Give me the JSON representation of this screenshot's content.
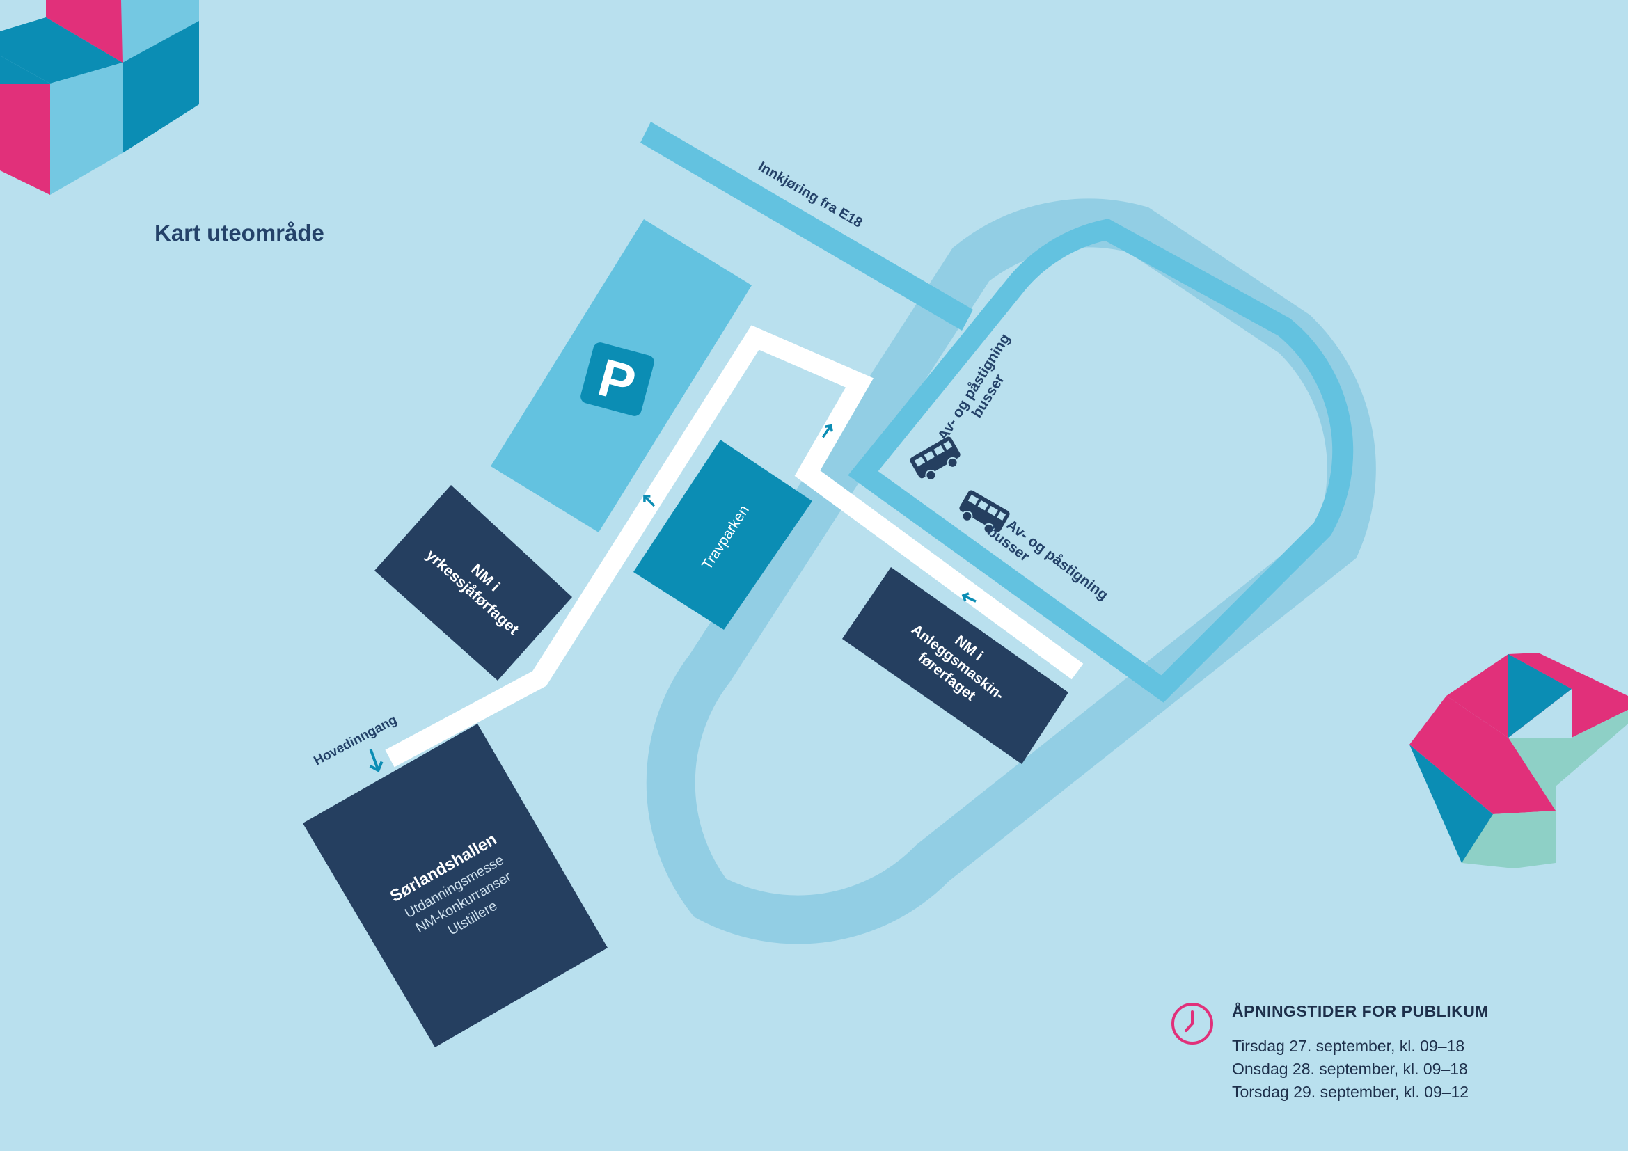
{
  "page_title": "Kart uteområde",
  "labels": {
    "entry_road": "Innkjøring fra E18",
    "parking_sign": "P",
    "bus_stop_1_line1": "Av- og påstigning",
    "bus_stop_1_line2": "busser",
    "bus_stop_2_line1": "Av- og påstigning",
    "bus_stop_2_line2": "busser",
    "travparken": "Travparken",
    "nm_yrkessjafor_line1": "NM i",
    "nm_yrkessjafor_line2": "yrkessjåførfaget",
    "nm_anlegg_line1": "NM i",
    "nm_anlegg_line2": "Anleggsmaskin-",
    "nm_anlegg_line3": "førerfaget",
    "main_entrance": "Hovedinngang",
    "sorlandshallen_title": "Sørlandshallen",
    "sorlandshallen_line1": "Utdanningsmesse",
    "sorlandshallen_line2": "NM-konkurranser",
    "sorlandshallen_line3": "Utstillere"
  },
  "opening_hours": {
    "title": "ÅPNINGSTIDER FOR PUBLIKUM",
    "days": [
      "Tirsdag 27. september, kl. 09–18",
      "Onsdag 28. september, kl. 09–18",
      "Torsdag 29. september, kl. 09–12"
    ]
  },
  "colors": {
    "background": "#b9e0ee",
    "track": "#92cee4",
    "road": "#63c2e0",
    "parking": "#63c2e0",
    "building_dark": "#253f60",
    "building_teal": "#0b8db4",
    "path": "#ffffff",
    "accent_pink": "#e1307a",
    "cube_teal": "#0b8db4",
    "cube_light": "#74c8e2",
    "cube_mint": "#8ed0c6"
  },
  "icons": [
    "bus-icon",
    "parking-icon",
    "clock-icon",
    "arrow-icon"
  ]
}
